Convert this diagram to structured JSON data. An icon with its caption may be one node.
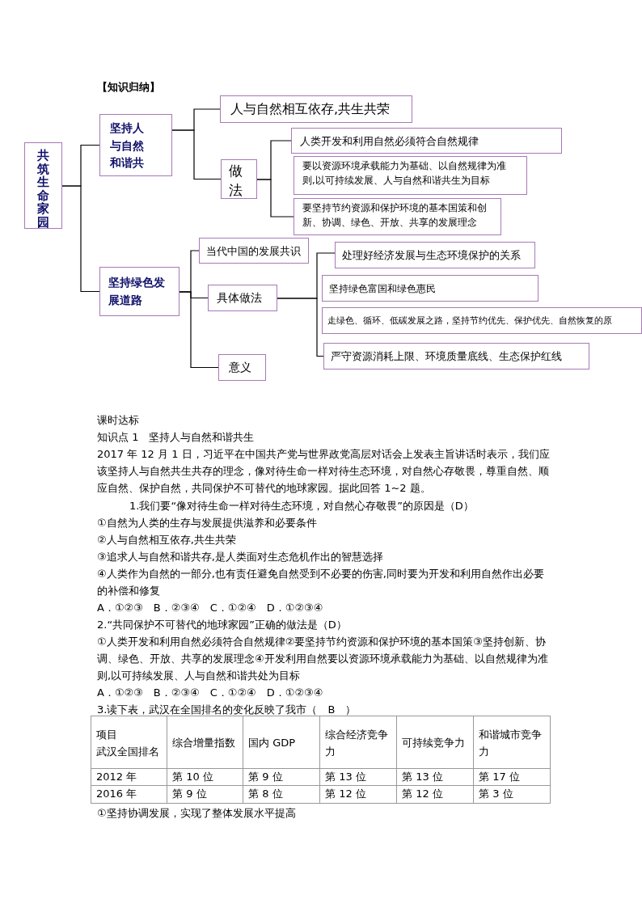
{
  "diagram": {
    "nodes": [
      {
        "text": [
          "共筑生命家园"
        ]
      },
      {
        "text": [
          "坚持人与自然和谐共"
        ]
      },
      {
        "text": [
          "人与自然相互依存,共生共荣"
        ]
      },
      {
        "text": [
          "做法"
        ]
      },
      {
        "text": [
          "人类开发和利用自然必须符合自然规律"
        ]
      },
      {
        "text": [
          "要以资源环境承载能力为基础、以自然规律为准则,以可持续发展、人与自然和谐共生为目标"
        ]
      },
      {
        "text": [
          "要坚持节约资源和保护环境的基本国策和创新、协调、绿色、开放、共享的发展理念"
        ]
      },
      {
        "text": [
          "坚持绿色发展道路"
        ]
      },
      {
        "text": [
          "当代中国的发展共识"
        ]
      },
      {
        "text": [
          "具体做法"
        ]
      },
      {
        "text": [
          "意义"
        ]
      },
      {
        "text": [
          "处理好经济发展与生态环境保护的关系"
        ]
      },
      {
        "text": [
          "坚持绿色富国和绿色惠民"
        ]
      },
      {
        "text": [
          "走绿色、循环、低碳发展之路，坚持节约优先、保护优先、自然恢复的原"
        ]
      },
      {
        "text": [
          "严守资源消耗上限、环境质量底线、生态保护红线"
        ]
      }
    ],
    "edges": [
      {
        "from": 0,
        "to": 1,
        "arrow": "none"
      },
      {
        "from": 0,
        "to": 7,
        "arrow": "none"
      },
      {
        "from": 1,
        "to": 2,
        "arrow": "none"
      },
      {
        "from": 1,
        "to": 3,
        "arrow": "none"
      },
      {
        "from": 3,
        "to": 4,
        "arrow": "none"
      },
      {
        "from": 3,
        "to": 6,
        "arrow": "none"
      },
      {
        "from": 7,
        "to": 8,
        "arrow": "none"
      },
      {
        "from": 7,
        "to": 9,
        "arrow": "none"
      },
      {
        "from": 7,
        "to": 10,
        "arrow": "none"
      },
      {
        "from": 9,
        "to": 11,
        "arrow": "none"
      },
      {
        "from": 9,
        "to": 14,
        "arrow": "none"
      }
    ],
    "labels": [
      "【知识归纳】",
      "课时达标",
      "知识点 1　坚持人与自然和谐共生",
      "2017 年 12 月 1 日，习近平在中国共产党与世界政党高层对话会上发表主旨讲话时表示，我们应该坚持人与自然共生共存的理念，像对待生命一样对待生态环境，对自然心存敬畏，尊重自然、顺应自然、保护自然，共同保护不可替代的地球家园。据此回答 1~2 题。",
      "1.我们要“像对待生命一样对待生态环境，对自然心存敬畏”的原因是（D）",
      "①自然为人类的生存与发展提供滋养和必要条件",
      "②人与自然相互依存,共生共荣",
      "③追求人与自然和谐共存,是人类面对生态危机作出的智慧选择",
      "④人类作为自然的一部分,也有责任避免自然受到不必要的伤害,同时要为开发和利用自然作出必要的补偿和修复",
      "A．①②③　B．②③④　C．①②④　D．①②③④",
      "2.“共同保护不可替代的地球家园”正确的做法是（D）",
      "①人类开发和利用自然必须符合自然规律②要坚持节约资源和保护环境的基本国策③坚持创新、协调、绿色、开放、共享的发展理念④开发利用自然要以资源环境承载能力为基础、以自然规律为准则,以可持续发展、人与自然和谐共处为目标",
      "A．①②③　B．②③④　C．①②④　D．①②③④",
      "3.读下表，武汉在全国排名的变化反映了我市（　B　）",
      "项目",
      "武汉全国排名",
      "综合增量指数",
      "国内 GDP",
      "综合经济竞争力",
      "可持续竞争力",
      "和谐城市竞争力",
      "2012 年",
      "第 10 位",
      "第 9 位",
      "第 13 位",
      "第 13 位",
      "第 17 位",
      "2016 年",
      "第 9 位",
      "第 8 位",
      "第 12 位",
      "第 12 位",
      "第 3 位",
      "①坚持协调发展，实现了整体发展水平提高"
    ]
  }
}
